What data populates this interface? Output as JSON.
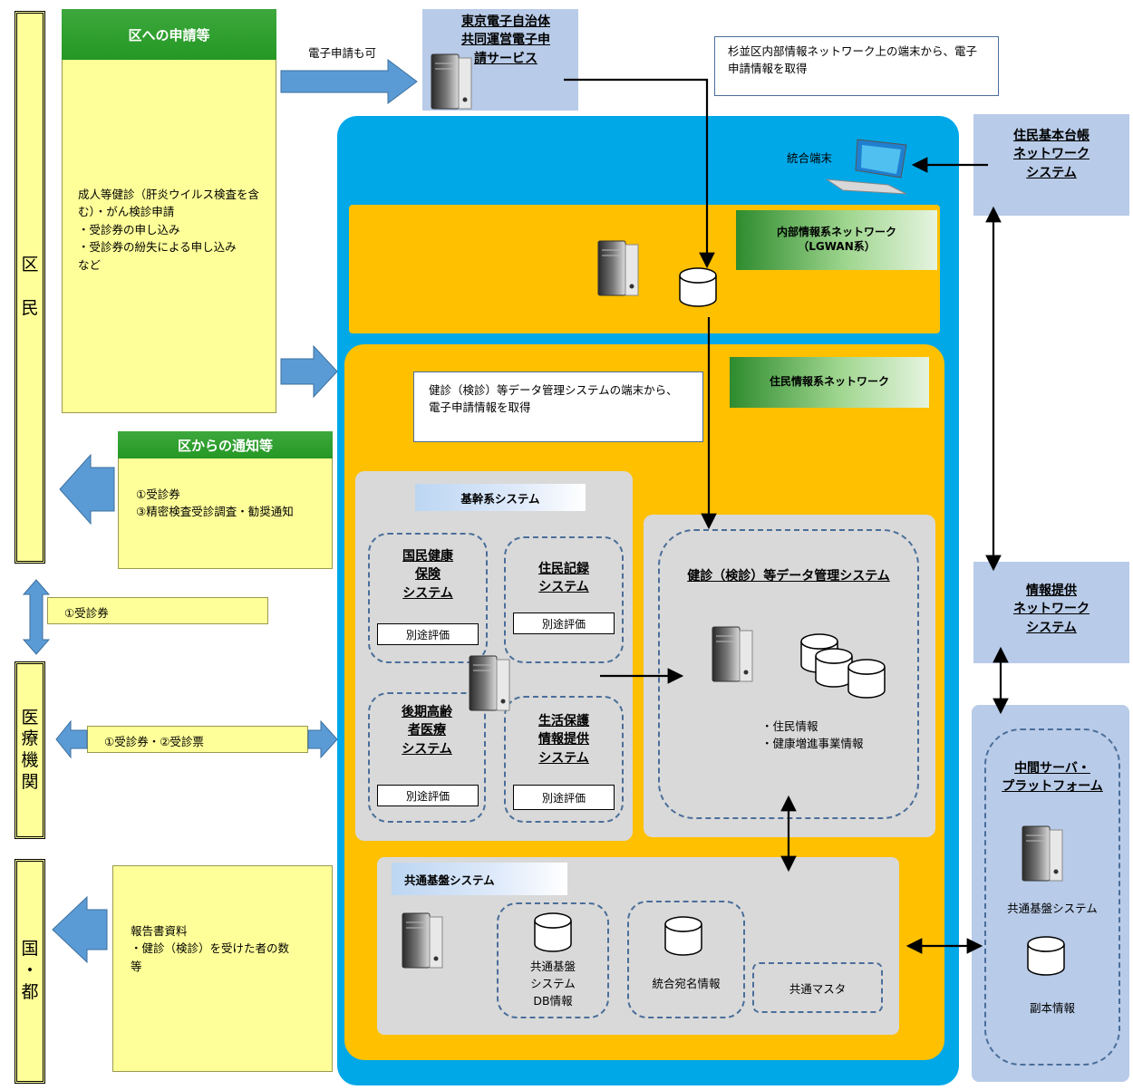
{
  "actors": {
    "residents": "区\n\n民",
    "medical": "医\n療\n機\n関",
    "government": "国\n・\n都"
  },
  "application_panel": {
    "header": "区への申請等",
    "body": "成人等健診（肝炎ウイルス検査を含む）・がん検診申請\n・受診券の申し込み\n・受診券の紛失による申し込み\nなど"
  },
  "electronic_note": "電子申請も可",
  "tokyo_service": "東京電子自治体\n共同運営電子申\n請サービス",
  "internal_note": "杉並区内部情報ネットワーク上の端末から、電子申請情報を取得",
  "integrated_terminal": "統合端末",
  "resident_registry_network": "住民基本台帳\nネットワーク\nシステム",
  "lgwan": {
    "line1": "内部情報系ネットワーク",
    "line2": "（LGWAN系）"
  },
  "resident_network": "住民情報系ネットワーク",
  "management_note": "健診（検診）等データ管理システムの端末から、電子申請情報を取得",
  "notice_panel": {
    "header": "区からの通知等",
    "body": "①受診券\n③精密検査受診調査・勧奨通知"
  },
  "ticket_label": "①受診券",
  "medical_label": "①受診券・②受診票",
  "core_system": {
    "label": "基幹系システム",
    "kokuho": "国民健康\n保険\nシステム",
    "jumin": "住民記録\nシステム",
    "kouki": "後期高齢\n者医療\nシステム",
    "seikatsu": "生活保護\n情報提供\nシステム",
    "eval": "別途評価"
  },
  "data_mgmt": {
    "title": "健診（検診）等データ管理システム",
    "info": "・住民情報\n・健康増進事業情報"
  },
  "info_network": "情報提供\nネットワーク\nシステム",
  "middle_server": {
    "title": "中間サーバ・\nプラットフォーム",
    "common": "共通基盤システム",
    "copy": "副本情報"
  },
  "common_platform": {
    "label": "共通基盤システム",
    "db": "共通基盤\nシステム\nDB情報",
    "address": "統合宛名情報",
    "master": "共通マスタ"
  },
  "report_panel": {
    "body": "報告書資料\n・健診（検診）を受けた者の数\n等"
  },
  "colors": {
    "outer_blue": "#00a8e8",
    "orange": "#ffc000",
    "yellow": "#ffff99",
    "green": "#2e9b2e",
    "light_blue": "#b8cbe8",
    "arrow_blue": "#5b9bd5"
  }
}
